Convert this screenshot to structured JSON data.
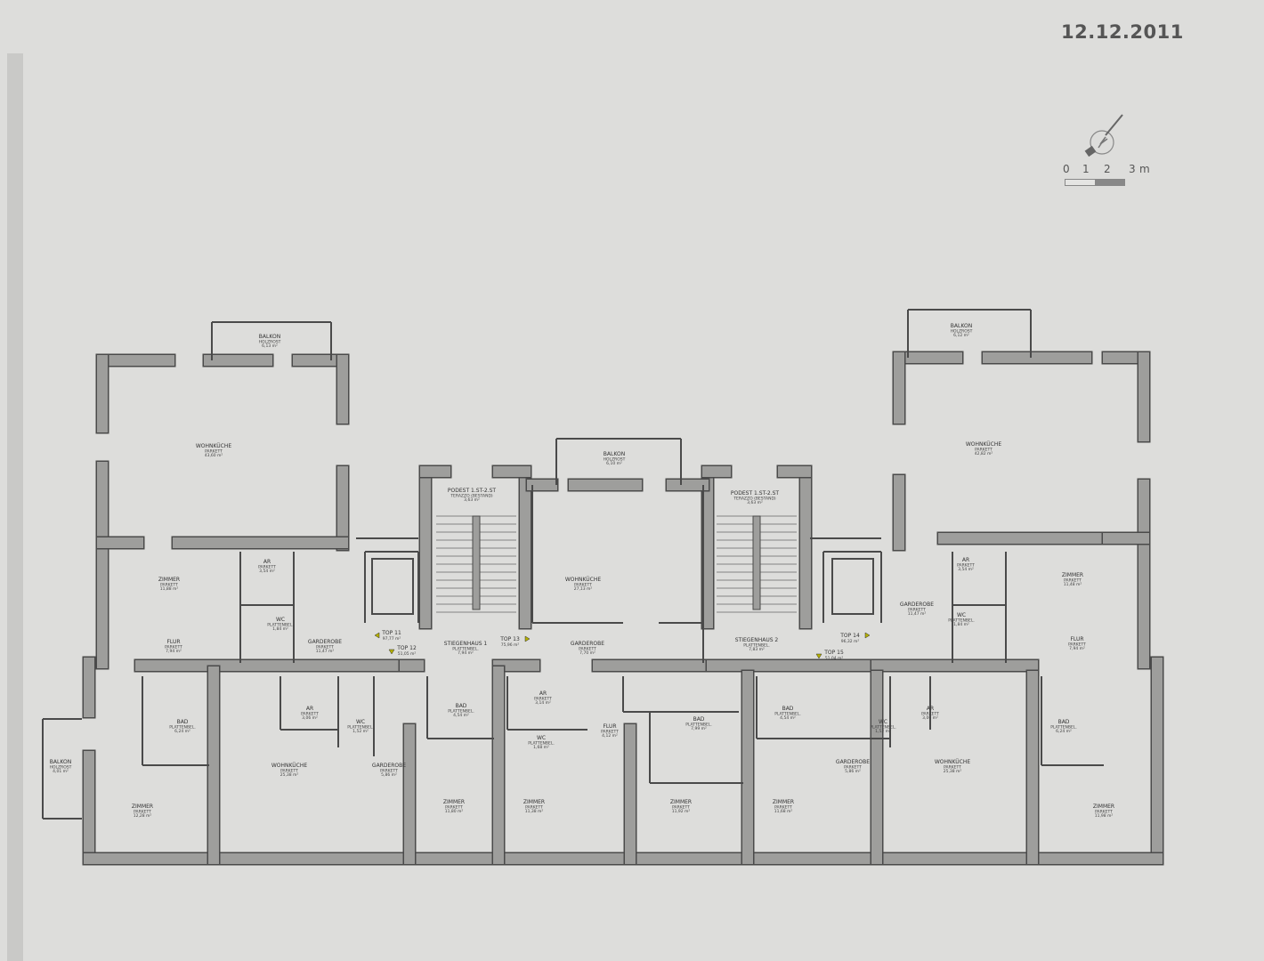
{
  "date": "12.12.2011",
  "north_arrow_icon": "north-arrow-icon",
  "scale": {
    "ticks": [
      "0",
      "1",
      "2",
      "3"
    ],
    "unit": "m"
  },
  "rooms": [
    {
      "name": "BALKON",
      "floor": "HOLZROST",
      "area": "6,13 m²"
    },
    {
      "name": "WOHNKÜCHE",
      "floor": "PARKETT",
      "area": "43,60 m²"
    },
    {
      "name": "ZIMMER",
      "floor": "PARKETT",
      "area": "11,88 m²"
    },
    {
      "name": "AR",
      "floor": "PARKETT",
      "area": "3,54 m²"
    },
    {
      "name": "WC",
      "floor": "PLATTENBEL.",
      "area": "1,84 m²"
    },
    {
      "name": "FLUR",
      "floor": "PARKETT",
      "area": "7,94 m²"
    },
    {
      "name": "GARDEROBE",
      "floor": "PARKETT",
      "area": "11,47 m²"
    },
    {
      "name": "PODEST 1.ST-2.ST",
      "floor": "TERAZZO (BESTAND)",
      "area": "3,63 m²"
    },
    {
      "name": "STIEGENHAUS 1",
      "floor": "PLATTENBEL.",
      "area": "7,94 m²"
    },
    {
      "name": "BALKON",
      "floor": "HOLZROST",
      "area": "6,10 m²"
    },
    {
      "name": "WOHNKÜCHE",
      "floor": "PARKETT",
      "area": "27,13 m²"
    },
    {
      "name": "GARDEROBE",
      "floor": "PARKETT",
      "area": "7,70 m²"
    },
    {
      "name": "BALKON",
      "floor": "HOLZROST",
      "area": "4,01 m²"
    },
    {
      "name": "BAD",
      "floor": "PLATTENBEL.",
      "area": "6,24 m²"
    },
    {
      "name": "ZIMMER",
      "floor": "PARKETT",
      "area": "12,28 m²"
    },
    {
      "name": "AR",
      "floor": "PARKETT",
      "area": "3,06 m²"
    },
    {
      "name": "WC",
      "floor": "PLATTENBEL.",
      "area": "1,52 m²"
    },
    {
      "name": "WOHNKÜCHE",
      "floor": "PARKETT",
      "area": "25,38 m²"
    },
    {
      "name": "GARDEROBE",
      "floor": "PARKETT",
      "area": "5,86 m²"
    },
    {
      "name": "BAD",
      "floor": "PLATTENBEL.",
      "area": "4,54 m²"
    },
    {
      "name": "AR",
      "floor": "PARKETT",
      "area": "3,14 m²"
    },
    {
      "name": "WC",
      "floor": "PLATTENBEL.",
      "area": "1,68 m²"
    },
    {
      "name": "FLUR",
      "floor": "PARKETT",
      "area": "4,12 m²"
    },
    {
      "name": "ZIMMER",
      "floor": "PARKETT",
      "area": "11,80 m²"
    },
    {
      "name": "ZIMMER",
      "floor": "PARKETT",
      "area": "11,38 m²"
    },
    {
      "name": "BAD",
      "floor": "PLATTENBEL.",
      "area": "7,99 m²"
    },
    {
      "name": "ZIMMER",
      "floor": "PARKETT",
      "area": "11,92 m²"
    },
    {
      "name": "BAD",
      "floor": "PLATTENBEL.",
      "area": "4,54 m²"
    },
    {
      "name": "ZIMMER",
      "floor": "PARKETT",
      "area": "11,68 m²"
    },
    {
      "name": "GARDEROBE",
      "floor": "PARKETT",
      "area": "5,86 m²"
    },
    {
      "name": "PODEST 1.ST-2.ST",
      "floor": "TERAZZO (BESTAND)",
      "area": "3,63 m²"
    },
    {
      "name": "STIEGENHAUS 2",
      "floor": "PLATTENBEL.",
      "area": "7,83 m²"
    },
    {
      "name": "BALKON",
      "floor": "HOLZROST",
      "area": "6,12 m²"
    },
    {
      "name": "WOHNKÜCHE",
      "floor": "PARKETT",
      "area": "42,82 m²"
    },
    {
      "name": "AR",
      "floor": "PARKETT",
      "area": "3,54 m²"
    },
    {
      "name": "GARDEROBE",
      "floor": "PARKETT",
      "area": "11,47 m²"
    },
    {
      "name": "WC",
      "floor": "PLATTENBEL.",
      "area": "1,84 m²"
    },
    {
      "name": "ZIMMER",
      "floor": "PARKETT",
      "area": "11,48 m²"
    },
    {
      "name": "FLUR",
      "floor": "PARKETT",
      "area": "7,94 m²"
    },
    {
      "name": "WC",
      "floor": "PLATTENBEL.",
      "area": "1,52 m²"
    },
    {
      "name": "AR",
      "floor": "PARKETT",
      "area": "3,06 m²"
    },
    {
      "name": "WOHNKÜCHE",
      "floor": "PARKETT",
      "area": "25,38 m²"
    },
    {
      "name": "BAD",
      "floor": "PLATTENBEL.",
      "area": "6,24 m²"
    },
    {
      "name": "ZIMMER",
      "floor": "PARKETT",
      "area": "11,98 m²"
    }
  ],
  "units": [
    {
      "name": "TOP 11",
      "area": "97,77 m²"
    },
    {
      "name": "TOP 12",
      "area": "51,05 m²"
    },
    {
      "name": "TOP 13",
      "area": "75,96 m²"
    },
    {
      "name": "TOP 14",
      "area": "96,32 m²"
    },
    {
      "name": "TOP 15",
      "area": "51,04 m²"
    }
  ],
  "colors": {
    "paper": "#dddddb",
    "wall": "#9e9e9c",
    "line": "#4a4a4a",
    "unit_marker": "#b5b000"
  }
}
